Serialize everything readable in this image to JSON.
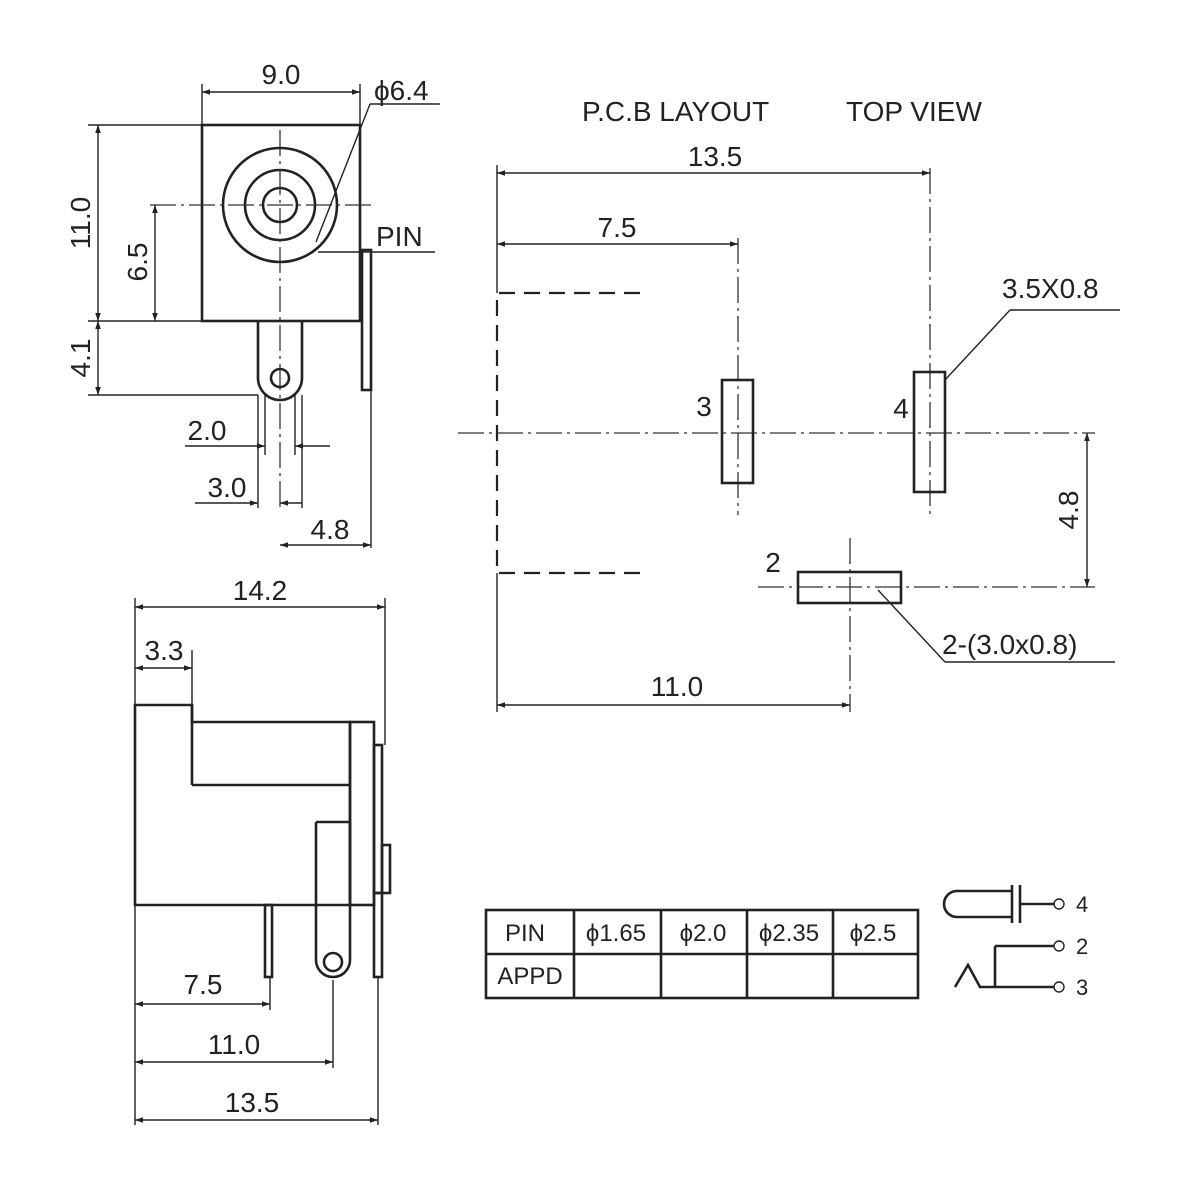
{
  "front_view": {
    "width_dim": "9.0",
    "diameter_dim": "ϕ6.4",
    "height_dim": "11.0",
    "center_height_dim": "6.5",
    "pin_label": "PIN",
    "pin_length_dim": "4.1",
    "dim_a": "2.0",
    "dim_b": "3.0",
    "dim_c": "4.8"
  },
  "side_view": {
    "length_dim": "14.2",
    "step_dim": "3.3",
    "pin3_dim": "7.5",
    "pin2_dim": "11.0",
    "pin4_dim": "13.5"
  },
  "pcb_layout": {
    "title": "P.C.B LAYOUT",
    "subtitle": "TOP VIEW",
    "total_dim": "13.5",
    "pin3_dim": "7.5",
    "pad_size": "3.5X0.8",
    "pin3_label": "3",
    "pin4_label": "4",
    "pin2_label": "2",
    "offset_dim": "4.8",
    "pad2_size": "2-(3.0x0.8)",
    "pin2_dim": "11.0"
  },
  "pin_table": {
    "headers": [
      "PIN",
      "ϕ1.65",
      "ϕ2.0",
      "ϕ2.35",
      "ϕ2.5"
    ],
    "row_label": "APPD"
  },
  "schematic": {
    "pin4": "4",
    "pin2": "2",
    "pin3": "3"
  }
}
